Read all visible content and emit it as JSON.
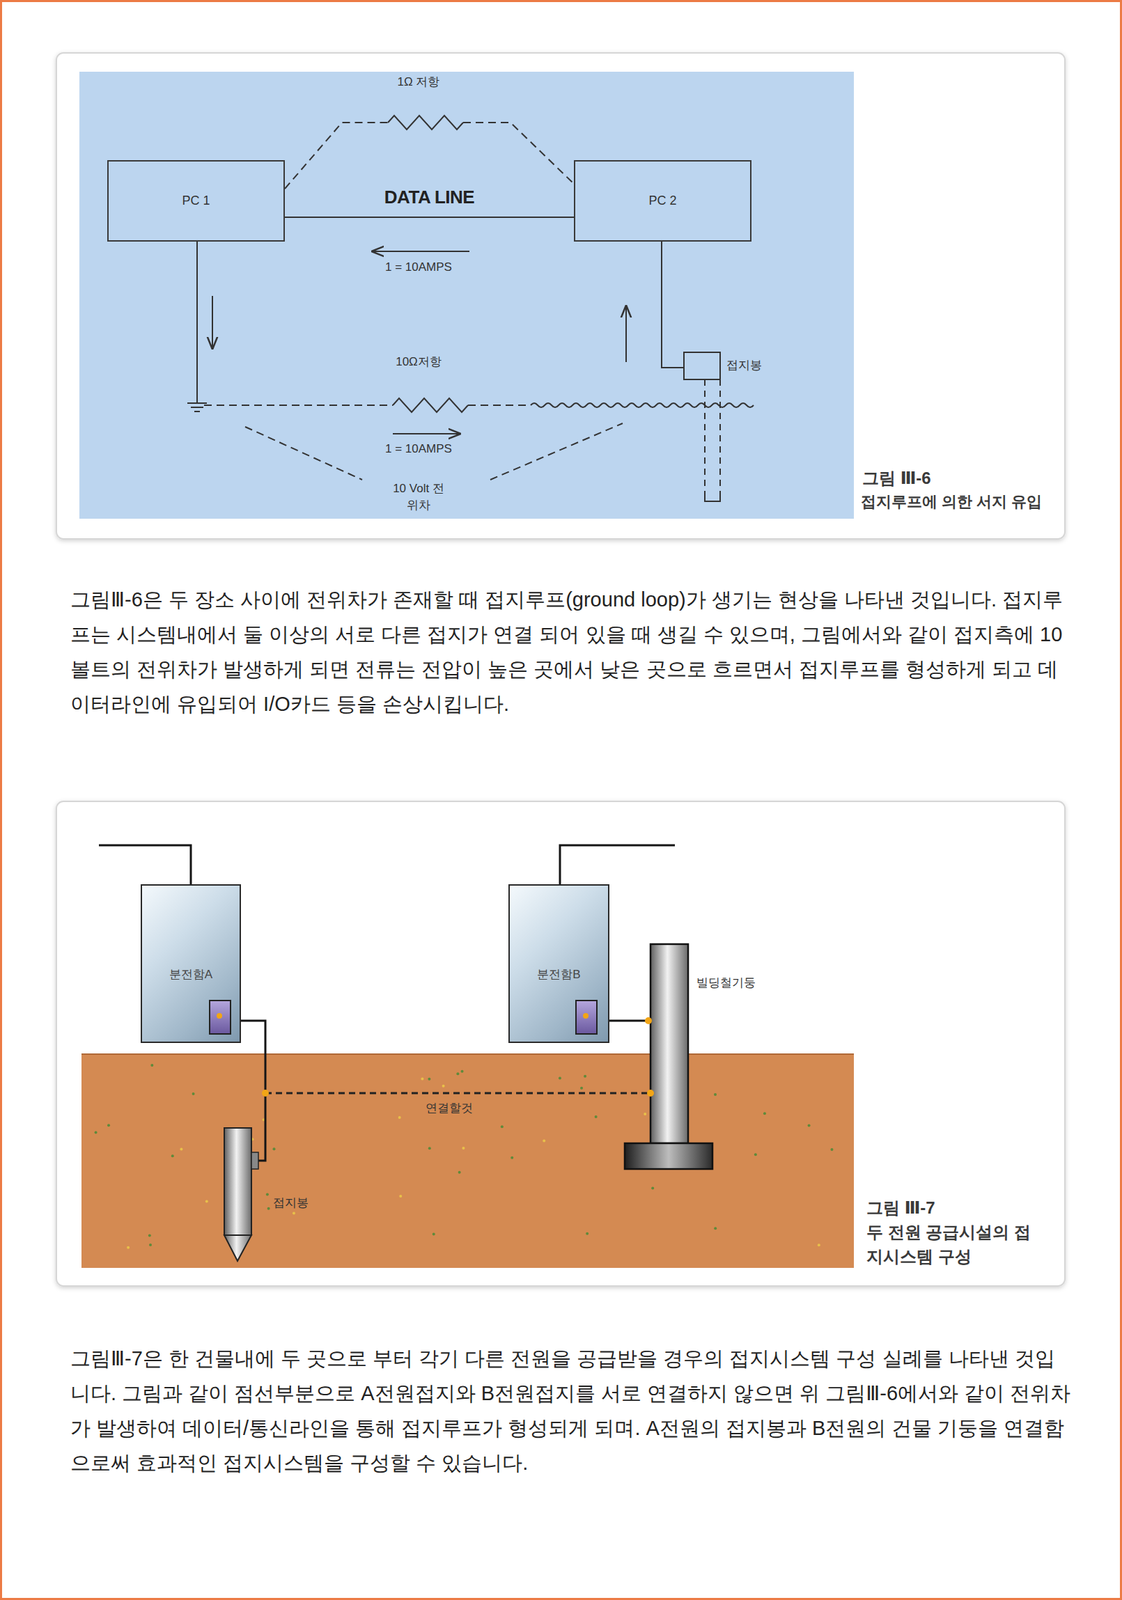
{
  "diagram": {
    "nodes": [
      {
        "text": [
          "PC 1"
        ]
      },
      {
        "text": [
          "PC 2"
        ]
      },
      {
        "text": [
          "분전함A"
        ]
      },
      {
        "text": [
          "분전함B"
        ]
      }
    ],
    "edges": [
      {
        "from": 0,
        "to": 1,
        "arrow": "none",
        "label": "DATA LINE"
      }
    ],
    "labels": [
      "1Ω 저항",
      "1 = 10AMPS",
      "10Ω저항",
      "1 = 10AMPS",
      "10 Volt 전위차",
      "접지봉",
      "그림 Ⅲ-6",
      "접지루프에 의한 서지 유입",
      "그림Ⅲ-6은 두 장소 사이에 전위차가 존재할 때 접지루프(ground loop)가 생기는 현상을 나타낸 것입니다. 접지루프는 시스템내에서 둘 이상의 서로 다른 접지가 연결 되어 있을 때 생길 수 있으며, 그림에서와 같이 접지측에 10볼트의 전위차가 발생하게 되면 전류는 전압이 높은 곳에서 낮은 곳으로 흐르면서 접지루프를 형성하게 되고 데이터라인에 유입되어 I/O카드 등을 손상시킵니다.",
      "빌딩철기둥",
      "연결할것",
      "접지봉",
      "그림 Ⅲ-7",
      "두 전원 공급시설의 접지시스템 구성",
      "그림Ⅲ-7은 한 건물내에 두 곳으로 부터 각기 다른 전원을 공급받을 경우의 접지시스템 구성 실례를 나타낸 것입니다. 그림과 같이 점선부분으로 A전원접지와 B전원접지를 서로 연결하지 않으면 위 그림Ⅲ-6에서와 같이 전위차가 발생하여 데이터/통신라인을 통해 접지루프가 형성되게 되며. A전원의 접지봉과 B전원의 건물 기둥을 연결함으로써 효과적인 접지시스템을 구성할 수 있습니다."
    ]
  }
}
